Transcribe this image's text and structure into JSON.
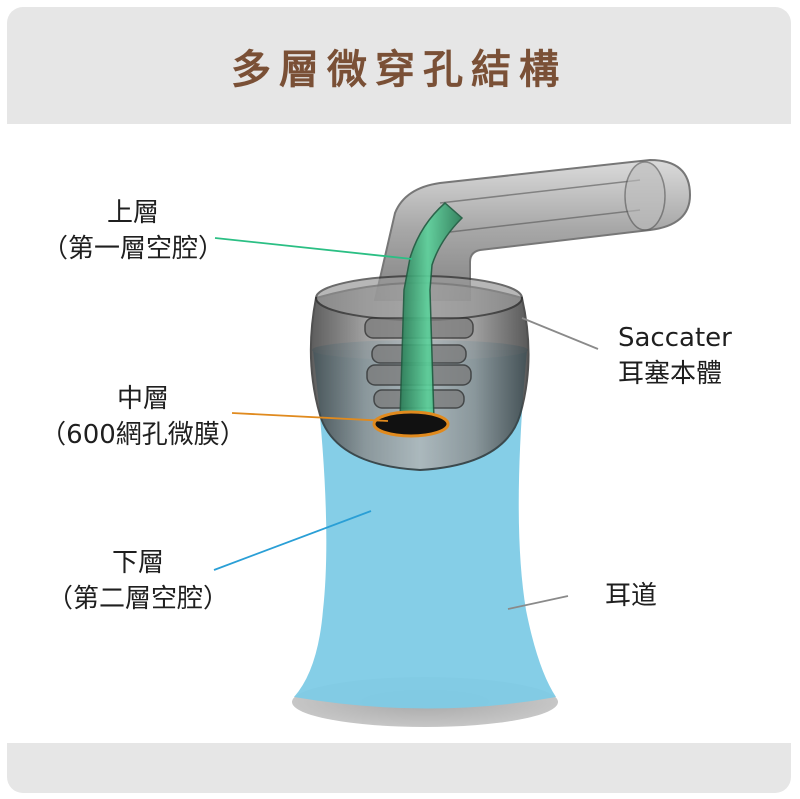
{
  "title": "多層微穿孔結構",
  "labels": {
    "upper": {
      "name": "上層",
      "desc": "（第一層空腔）"
    },
    "middle": {
      "name": "中層",
      "desc": "（600網孔微膜）"
    },
    "lower": {
      "name": "下層",
      "desc": "（第二層空腔）"
    },
    "body": {
      "name": "Saccater",
      "desc": "耳塞本體"
    },
    "canal": {
      "name": "耳道"
    }
  },
  "colors": {
    "title": "#7a5036",
    "header_bg": "#e6e6e6",
    "canal": "#7ecbe6",
    "tube": "#3aa876",
    "membrane": "#e08a1e",
    "upper_leader": "#2bbf84",
    "middle_leader": "#e08a1e",
    "lower_leader": "#2a9fd6",
    "gray_leader": "#8a8a8a"
  }
}
